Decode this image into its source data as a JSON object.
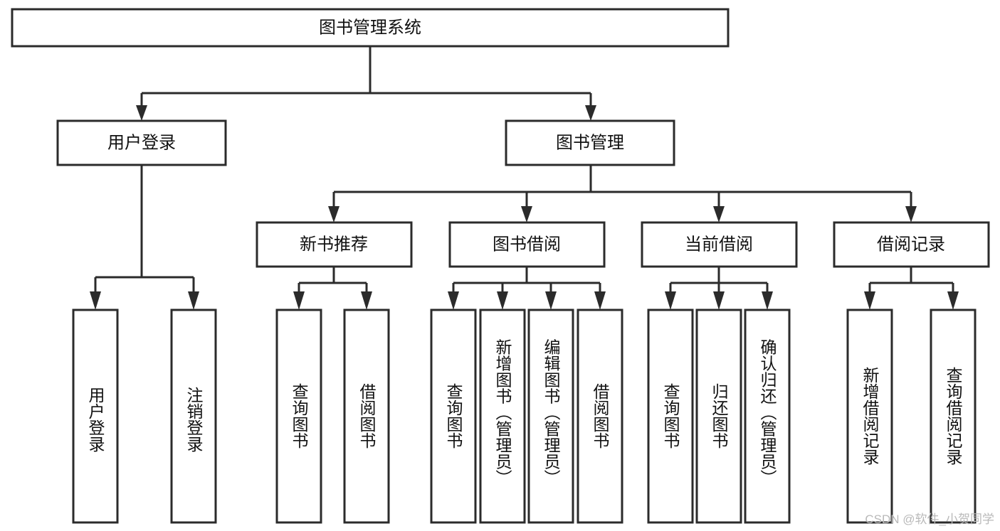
{
  "diagram": {
    "type": "tree-hierarchy-chart",
    "title": "图书管理系统",
    "background_color": "#ffffff",
    "stroke_color": "#2b2b2b",
    "text_color": "#111111",
    "root": {
      "id": "root",
      "label": "图书管理系统"
    },
    "level2": [
      {
        "id": "user-login",
        "label": "用户登录"
      },
      {
        "id": "book-manage",
        "label": "图书管理"
      }
    ],
    "level3": [
      {
        "id": "new-book-recommend",
        "label": "新书推荐",
        "parent": "book-manage"
      },
      {
        "id": "book-borrow",
        "label": "图书借阅",
        "parent": "book-manage"
      },
      {
        "id": "current-borrow",
        "label": "当前借阅",
        "parent": "book-manage"
      },
      {
        "id": "borrow-record",
        "label": "借阅记录",
        "parent": "book-manage"
      }
    ],
    "leaves": {
      "user-login": [
        {
          "id": "leaf-user-login",
          "label": "用户登录"
        },
        {
          "id": "leaf-logout",
          "label": "注销登录"
        }
      ],
      "new-book-recommend": [
        {
          "id": "leaf-query-book-1",
          "label": "查询图书"
        },
        {
          "id": "leaf-borrow-book-1",
          "label": "借阅图书"
        }
      ],
      "book-borrow": [
        {
          "id": "leaf-query-book-2",
          "label": "查询图书"
        },
        {
          "id": "leaf-add-book",
          "label": "新增图书（管理员）"
        },
        {
          "id": "leaf-edit-book",
          "label": "编辑图书（管理员）"
        },
        {
          "id": "leaf-borrow-book-2",
          "label": "借阅图书"
        }
      ],
      "current-borrow": [
        {
          "id": "leaf-query-book-3",
          "label": "查询图书"
        },
        {
          "id": "leaf-return-book",
          "label": "归还图书"
        },
        {
          "id": "leaf-confirm-return",
          "label": "确认归还（管理员）"
        }
      ],
      "borrow-record": [
        {
          "id": "leaf-add-record",
          "label": "新增借阅记录"
        },
        {
          "id": "leaf-query-record",
          "label": "查询借阅记录"
        }
      ]
    }
  },
  "watermark": {
    "text": "CSDN @软件_小贺同学"
  }
}
